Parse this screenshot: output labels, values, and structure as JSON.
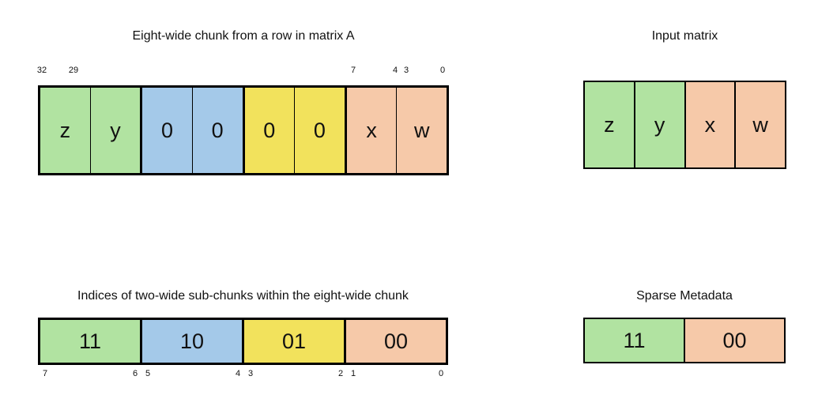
{
  "palette": {
    "green": "#b1e3a1",
    "blue": "#a4c9e9",
    "yellow": "#f2e25c",
    "salmon": "#f6c9a9",
    "border": "#000000",
    "background": "#ffffff"
  },
  "eight_wide_chunk": {
    "title": "Eight-wide chunk from a row in matrix A",
    "top_bit_labels": [
      "32",
      "29",
      "7",
      "4",
      "3",
      "0"
    ],
    "cells": [
      {
        "label": "z",
        "color": "#b1e3a1"
      },
      {
        "label": "y",
        "color": "#b1e3a1"
      },
      {
        "label": "0",
        "color": "#a4c9e9"
      },
      {
        "label": "0",
        "color": "#a4c9e9"
      },
      {
        "label": "0",
        "color": "#f2e25c"
      },
      {
        "label": "0",
        "color": "#f2e25c"
      },
      {
        "label": "x",
        "color": "#f6c9a9"
      },
      {
        "label": "w",
        "color": "#f6c9a9"
      }
    ]
  },
  "input_matrix": {
    "title": "Input matrix",
    "cells": [
      {
        "label": "z",
        "color": "#b1e3a1"
      },
      {
        "label": "y",
        "color": "#b1e3a1"
      },
      {
        "label": "x",
        "color": "#f6c9a9"
      },
      {
        "label": "w",
        "color": "#f6c9a9"
      }
    ]
  },
  "subchunk_indices": {
    "title": "Indices of two-wide sub-chunks within the eight-wide chunk",
    "cells": [
      {
        "label": "11",
        "color": "#b1e3a1"
      },
      {
        "label": "10",
        "color": "#a4c9e9"
      },
      {
        "label": "01",
        "color": "#f2e25c"
      },
      {
        "label": "00",
        "color": "#f6c9a9"
      }
    ],
    "bottom_bit_labels": [
      "7",
      "6",
      "5",
      "4",
      "3",
      "2",
      "1",
      "0"
    ]
  },
  "sparse_metadata": {
    "title": "Sparse Metadata",
    "cells": [
      {
        "label": "11",
        "color": "#b1e3a1"
      },
      {
        "label": "00",
        "color": "#f6c9a9"
      }
    ]
  }
}
